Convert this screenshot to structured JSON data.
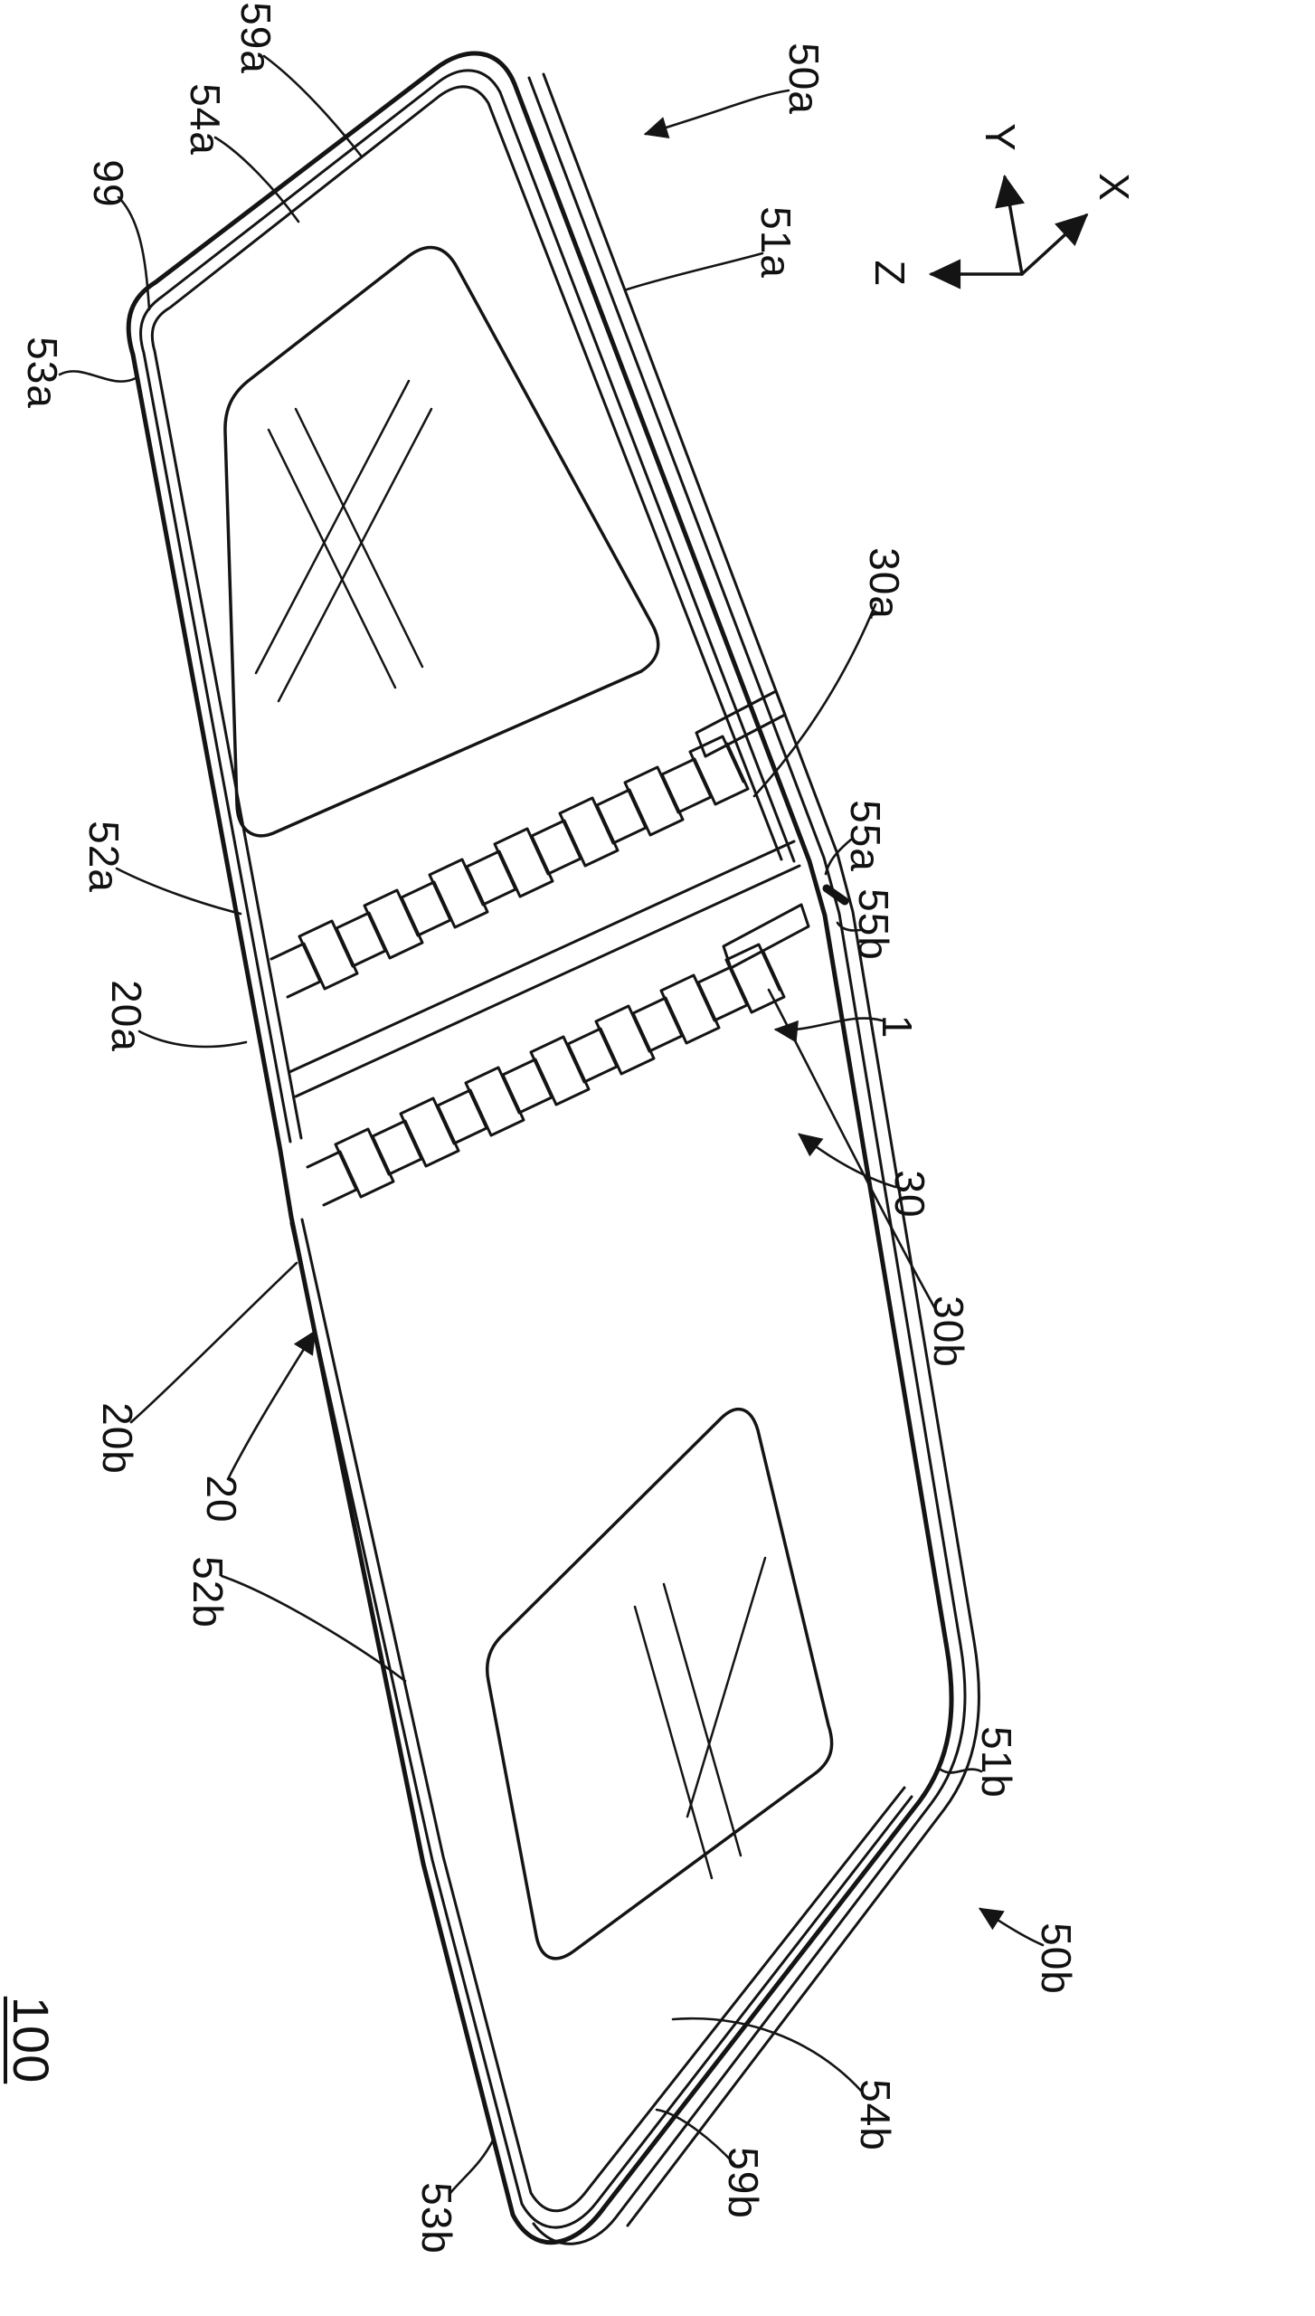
{
  "figure_number": "100",
  "axes": {
    "x": "X",
    "y": "Y",
    "z": "Z"
  },
  "labels": {
    "l99": "99",
    "l59a": "59a",
    "l54a": "54a",
    "l53a": "53a",
    "l50a": "50a",
    "l51a": "51a",
    "l30a": "30a",
    "l52a": "52a",
    "l55a": "55a",
    "l55b": "55b",
    "l20a": "20a",
    "l1": "1",
    "l30": "30",
    "l30b": "30b",
    "l20b": "20b",
    "l20": "20",
    "l52b": "52b",
    "l51b": "51b",
    "l50b": "50b",
    "l54b": "54b",
    "l59b": "59b",
    "l53b": "53b"
  },
  "style": {
    "line_color": "#141414",
    "background": "#ffffff"
  }
}
